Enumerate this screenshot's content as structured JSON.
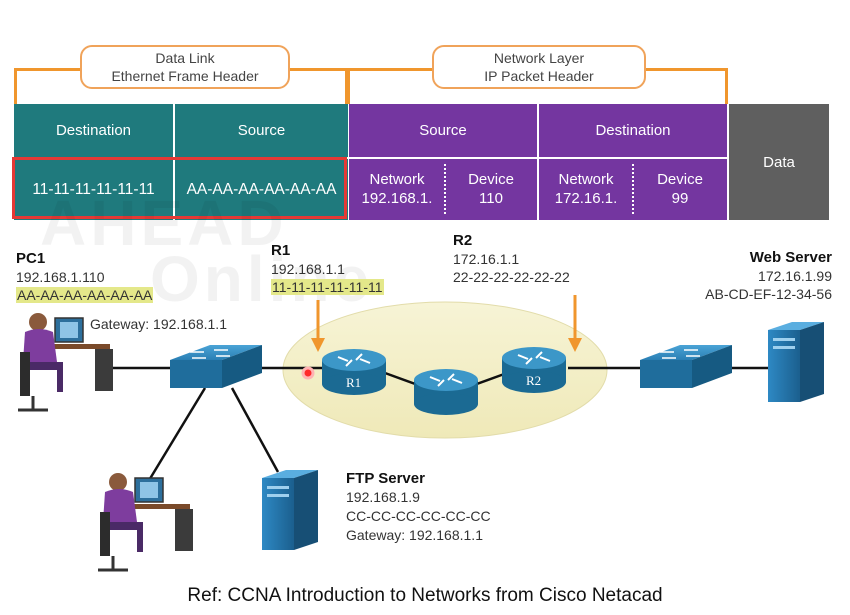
{
  "callouts": {
    "data_link_line1": "Data Link",
    "data_link_line2": "Ethernet Frame Header",
    "network_line1": "Network Layer",
    "network_line2": "IP Packet Header"
  },
  "frame": {
    "eth_dest_label": "Destination",
    "eth_src_label": "Source",
    "eth_dest_value": "11-11-11-11-11-11",
    "eth_src_value": "AA-AA-AA-AA-AA-AA",
    "ip_src_label": "Source",
    "ip_dest_label": "Destination",
    "ip_src_network_label": "Network",
    "ip_src_network_value": "192.168.1.",
    "ip_src_device_label": "Device",
    "ip_src_device_value": "110",
    "ip_dest_network_label": "Network",
    "ip_dest_network_value": "172.16.1.",
    "ip_dest_device_label": "Device",
    "ip_dest_device_value": "99",
    "data_label": "Data"
  },
  "devices": {
    "pc1": {
      "name": "PC1",
      "ip": "192.168.1.110",
      "mac": "AA-AA-AA-AA-AA-AA",
      "gateway": "Gateway: 192.168.1.1"
    },
    "r1": {
      "name": "R1",
      "ip": "192.168.1.1",
      "mac": "11-11-11-11-11-11",
      "icon_label": "R1"
    },
    "r2": {
      "name": "R2",
      "ip": "172.16.1.1",
      "mac": "22-22-22-22-22-22",
      "icon_label": "R2"
    },
    "web": {
      "name": "Web Server",
      "ip": "172.16.1.99",
      "mac": "AB-CD-EF-12-34-56"
    },
    "ftp": {
      "name": "FTP Server",
      "ip": "192.168.1.9",
      "mac": "CC-CC-CC-CC-CC-CC",
      "gateway": "Gateway: 192.168.1.1"
    }
  },
  "watermark": {
    "line1": "AHEAD",
    "line2": "Online"
  },
  "caption": "Ref: CCNA Introduction to Networks from Cisco Netacad",
  "colors": {
    "ethernet_header": "#1f7a7d",
    "ip_header": "#7436a0",
    "data_block": "#5f5f5f",
    "bracket": "#f0962d",
    "highlight_box": "#e53935",
    "mac_highlight": "#e4e88a",
    "router": "#1d6e97",
    "switch": "#2583b6",
    "network_cloud": "#f4f0c8"
  }
}
